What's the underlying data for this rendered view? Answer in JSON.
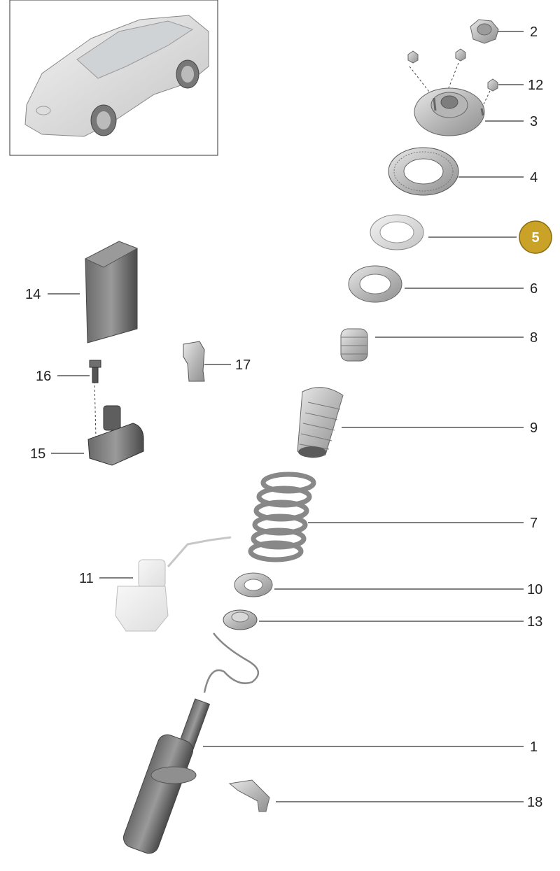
{
  "diagram": {
    "selected_part": "5",
    "colors": {
      "highlight_fill": "#C9A227",
      "highlight_stroke": "#8A6D12",
      "line": "#333333",
      "part_grey": "#a8a8a8"
    },
    "callouts": [
      {
        "id": "2",
        "label": "2"
      },
      {
        "id": "12",
        "label": "12"
      },
      {
        "id": "3",
        "label": "3"
      },
      {
        "id": "4",
        "label": "4"
      },
      {
        "id": "5",
        "label": "5"
      },
      {
        "id": "6",
        "label": "6"
      },
      {
        "id": "8",
        "label": "8"
      },
      {
        "id": "9",
        "label": "9"
      },
      {
        "id": "7",
        "label": "7"
      },
      {
        "id": "10",
        "label": "10"
      },
      {
        "id": "13",
        "label": "13"
      },
      {
        "id": "1",
        "label": "1"
      },
      {
        "id": "18",
        "label": "18"
      },
      {
        "id": "14",
        "label": "14"
      },
      {
        "id": "16",
        "label": "16"
      },
      {
        "id": "17",
        "label": "17"
      },
      {
        "id": "15",
        "label": "15"
      },
      {
        "id": "11",
        "label": "11"
      }
    ]
  }
}
